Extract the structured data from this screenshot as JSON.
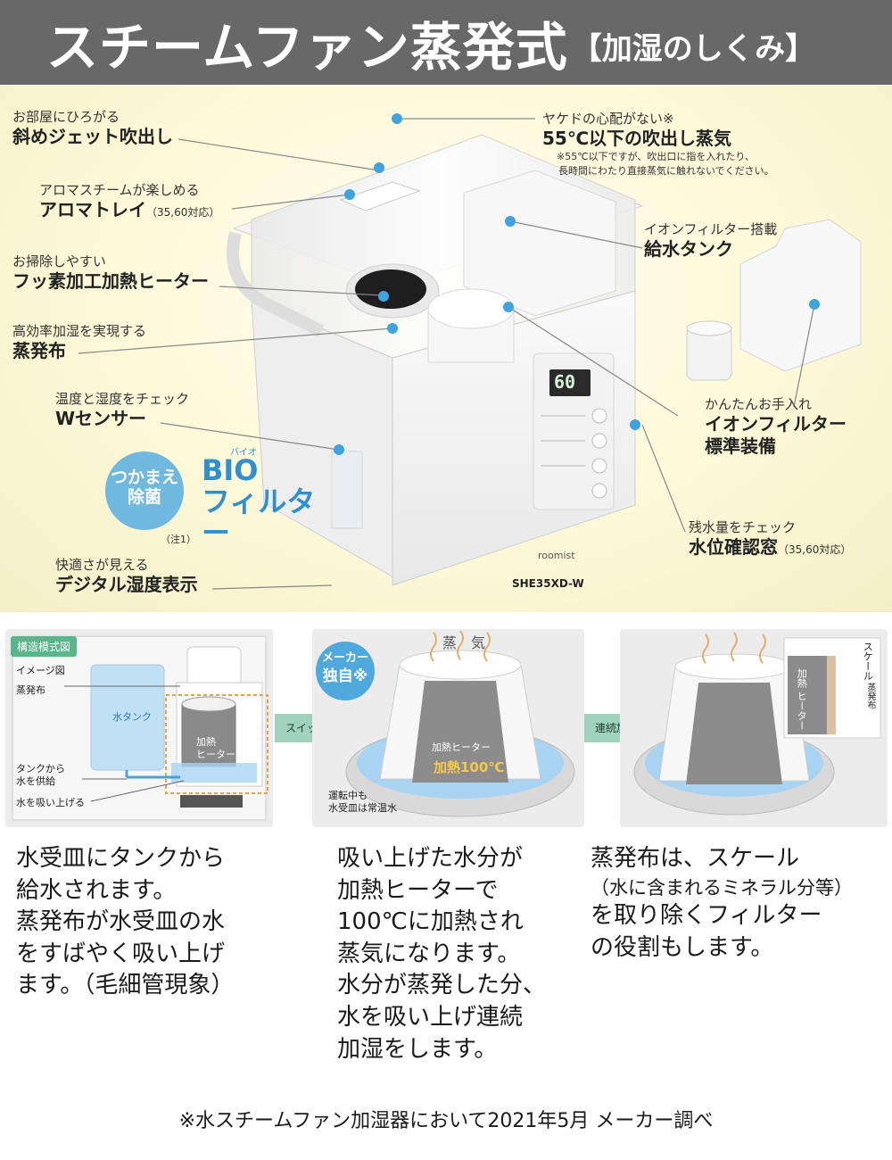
{
  "header": {
    "title": "スチームファン蒸発式",
    "subtitle": "【加湿のしくみ】"
  },
  "callouts": {
    "jet": {
      "small": "お部屋にひろがる",
      "big": "斜めジェット吹出し"
    },
    "aroma": {
      "small": "アロマスチームが楽しめる",
      "big": "アロマトレイ",
      "note": "（35,60対応）"
    },
    "heater": {
      "small": "お掃除しやすい",
      "big": "フッ素加工加熱ヒーター"
    },
    "cloth": {
      "small": "高効率加湿を実現する",
      "big": "蒸発布"
    },
    "sensor": {
      "small": "温度と湿度をチェック",
      "big": "Wセンサー"
    },
    "display": {
      "small": "快適さが見える",
      "big": "デジタル湿度表示"
    },
    "safe": {
      "small": "ヤケドの心配がない※",
      "big": "55℃以下の吹出し蒸気",
      "fine1": "※55℃以下ですが、吹出口に指を入れたり、",
      "fine2": "長時間にわたり直接蒸気に触れないでください。"
    },
    "tank": {
      "small": "イオンフィルター搭載",
      "big": "給水タンク"
    },
    "ion": {
      "small": "かんたんお手入れ",
      "big1": "イオンフィルター",
      "big2": "標準装備"
    },
    "window": {
      "small": "残水量をチェック",
      "big": "水位確認窓",
      "note": "（35,60対応）"
    }
  },
  "bio": {
    "badge1": "つかまえ",
    "badge2": "除菌",
    "ruby": "バイオ",
    "title1": "BIO",
    "title2": "フィルター",
    "note": "（注1）"
  },
  "unit": {
    "display_value": "60",
    "brand": "roomist",
    "model": "SHE35XD-W"
  },
  "diagram": {
    "p1": {
      "tag": "構造模式図",
      "image_label": "イメージ図",
      "cloth": "蒸発布",
      "tank": "水タンク",
      "heater1": "加熱",
      "heater2": "ヒーター",
      "supply1": "タンクから",
      "supply2": "水を供給",
      "suck": "水を吸い上げる"
    },
    "step1": "スイッチオン",
    "p2": {
      "badge1": "メーカー",
      "badge2": "独自※",
      "steam": "蒸　気",
      "heater": "加熱ヒーター",
      "temp": "加熱100℃",
      "note1": "運転中も",
      "note2": "水受皿は常温水"
    },
    "step2": "連続加湿",
    "p3": {
      "scale": "スケール",
      "heater1": "加熱",
      "heater2": "ヒーター",
      "cloth": "蒸発布"
    }
  },
  "text": {
    "col1": [
      "水受皿にタンクから",
      "給水されます。",
      "蒸発布が水受皿の水",
      "をすばやく吸い上げ",
      "ます。（毛細管現象）"
    ],
    "col2": [
      "吸い上げた水分が",
      "加熱ヒーターで",
      "100℃に加熱され",
      "蒸気になります。",
      "水分が蒸発した分、",
      "水を吸い上げ連続",
      "加湿をします。"
    ],
    "col3_a": "蒸発布は、スケール",
    "col3_paren": "（水に含まれるミネラル分等）",
    "col3_b": [
      "を取り除くフィルター",
      "の役割もします。"
    ]
  },
  "footer": "※水スチームファン加湿器において2021年5月 メーカー調べ",
  "colors": {
    "header_bg": "#686868",
    "accent_blue": "#4fa9dc",
    "accent_green": "#5bb58a",
    "water": "#a8d4f2"
  }
}
